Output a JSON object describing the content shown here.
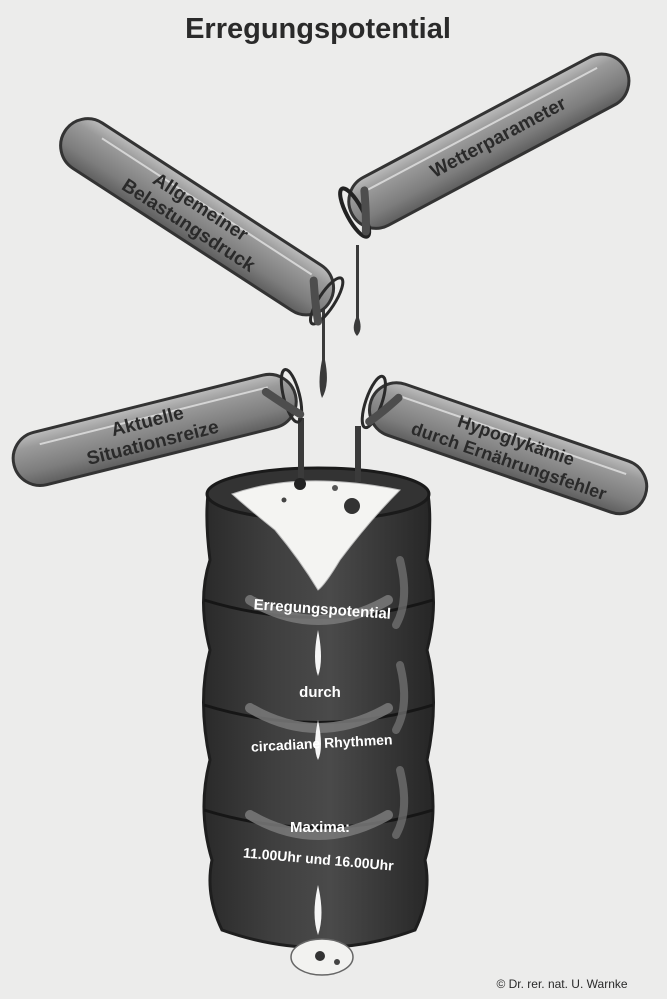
{
  "title": "Erregungspotential",
  "tubes": {
    "top_left": [
      "Allgemeiner",
      "Belastungsdruck"
    ],
    "top_right": [
      "Wetterparameter"
    ],
    "mid_left": [
      "Aktuelle",
      "Situationsreize"
    ],
    "mid_right": [
      "Hypoglykämie",
      "durch Ernährungsfehler"
    ]
  },
  "barrel": {
    "line1": "Erregungspotential",
    "line2": "durch",
    "line3": "circadiane Rhythmen",
    "line4": "Maxima:",
    "line5": "11.00Uhr und 16.00Uhr"
  },
  "copyright": "© Dr. rer. nat. U. Warnke"
}
